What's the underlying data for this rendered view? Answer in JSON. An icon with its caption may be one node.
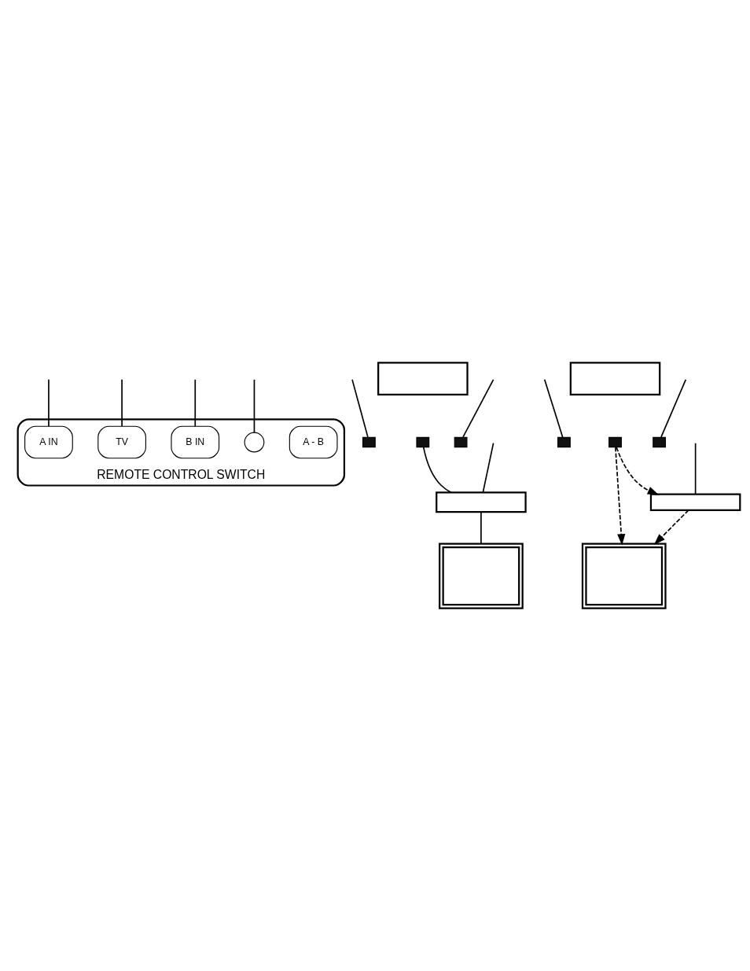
{
  "diagram": {
    "nodes": [
      {
        "text": [
          "REMOTE CONTROL SWITCH"
        ]
      },
      {
        "text": [
          "A - B"
        ],
        "in": 0
      },
      {
        "text": [
          "A IN"
        ],
        "in": 0
      },
      {
        "text": [
          "TV"
        ],
        "in": 0
      },
      {
        "text": [
          "B IN"
        ],
        "in": 0
      },
      {
        "text": [],
        "shape": "circle",
        "in": 0
      },
      {
        "text": [],
        "shape": "box"
      },
      {
        "text": [],
        "shape": "bar"
      },
      {
        "text": [],
        "shape": "bar"
      },
      {
        "text": [],
        "shape": "bar"
      },
      {
        "text": [],
        "shape": "box"
      },
      {
        "text": [],
        "shape": "box"
      },
      {
        "text": [],
        "shape": "box"
      },
      {
        "text": [],
        "shape": "bar"
      },
      {
        "text": [],
        "shape": "bar"
      },
      {
        "text": [],
        "shape": "bar"
      },
      {
        "text": [],
        "shape": "box"
      },
      {
        "text": [],
        "shape": "box"
      }
    ],
    "edges": [
      {
        "from": null,
        "to": 2,
        "arrow": "none"
      },
      {
        "from": null,
        "to": 3,
        "arrow": "none"
      },
      {
        "from": null,
        "to": 4,
        "arrow": "none"
      },
      {
        "from": null,
        "to": 5,
        "arrow": "none"
      },
      {
        "from": null,
        "to": 7,
        "arrow": "none"
      },
      {
        "from": null,
        "to": 9,
        "arrow": "none"
      },
      {
        "from": 8,
        "to": 10,
        "arrow": "none"
      },
      {
        "from": 10,
        "to": 11,
        "arrow": "none"
      },
      {
        "from": null,
        "to": 10,
        "arrow": "none"
      },
      {
        "from": null,
        "to": 13,
        "arrow": "none"
      },
      {
        "from": null,
        "to": 15,
        "arrow": "none"
      },
      {
        "from": 14,
        "to": 16,
        "arrow": "to",
        "style": "dashed"
      },
      {
        "from": 14,
        "to": 17,
        "arrow": "to",
        "style": "dashed"
      },
      {
        "from": 16,
        "to": 17,
        "arrow": "to",
        "style": "dashed"
      },
      {
        "from": null,
        "to": 16,
        "arrow": "none"
      }
    ]
  }
}
